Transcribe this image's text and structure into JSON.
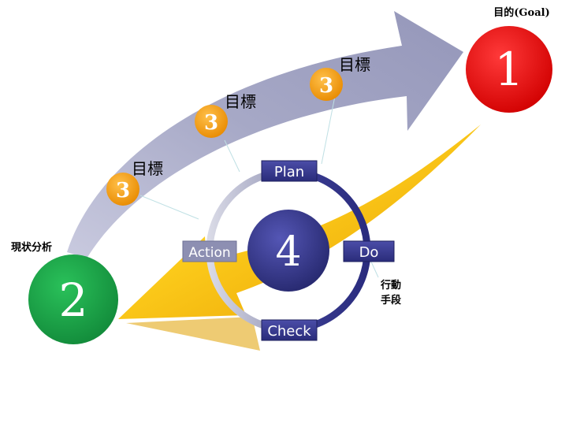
{
  "goal_label": "目的(Goal)",
  "goal_number": "1",
  "current_label": "現状分析",
  "current_number": "2",
  "milestone_number": "3",
  "milestone_label": "目標",
  "cycle_number": "4",
  "cycle": {
    "plan": "Plan",
    "do": "Do",
    "check": "Check",
    "action": "Action"
  },
  "action_label_line1": "行動",
  "action_label_line2": "手段",
  "colors": {
    "goal": "#e8000a",
    "current": "#1aa84a",
    "milestone": "#f29a13",
    "cycle": "#2e2f86",
    "arrow": "#a8aac8",
    "yellow_arrow": "#f5b800"
  }
}
